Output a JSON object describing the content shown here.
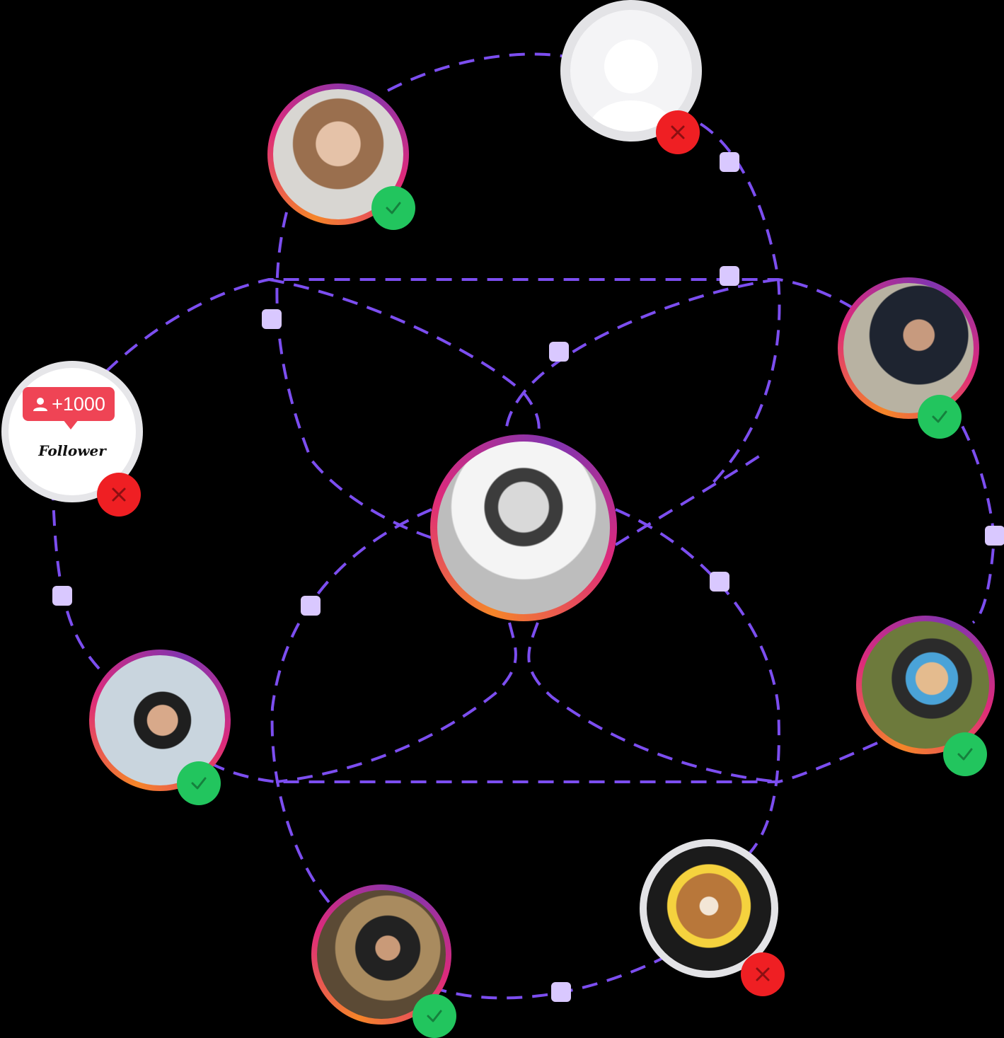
{
  "follower_badge": {
    "count": "+1000",
    "label": "Follower"
  },
  "colors": {
    "line": "#7c4ef0",
    "marker": "#d9c8ff",
    "ok": "#22c55e",
    "no": "#ef1f23",
    "ring_gradient": [
      "#f58529",
      "#dd2a7b",
      "#8134af"
    ],
    "pill": "#ef4455"
  },
  "profiles": [
    {
      "id": "center",
      "image": "man-smiling-grayscale-cap",
      "status": "none"
    },
    {
      "id": "top-woman",
      "image": "woman-smiling-portrait",
      "status": "approved"
    },
    {
      "id": "default-avatar",
      "image": "placeholder-user-icon",
      "status": "rejected"
    },
    {
      "id": "right-man",
      "image": "man-tattoo-restaurant",
      "status": "approved"
    },
    {
      "id": "right-woman",
      "image": "woman-leather-jacket-outdoors",
      "status": "approved"
    },
    {
      "id": "coffee",
      "image": "latte-art-heart-cup",
      "status": "rejected"
    },
    {
      "id": "bottom-man",
      "image": "man-dining-cafe",
      "status": "approved"
    },
    {
      "id": "left-woman",
      "image": "woman-on-boat-with-drink",
      "status": "approved"
    },
    {
      "id": "follower-card",
      "image": "follower-notification",
      "status": "rejected"
    }
  ]
}
